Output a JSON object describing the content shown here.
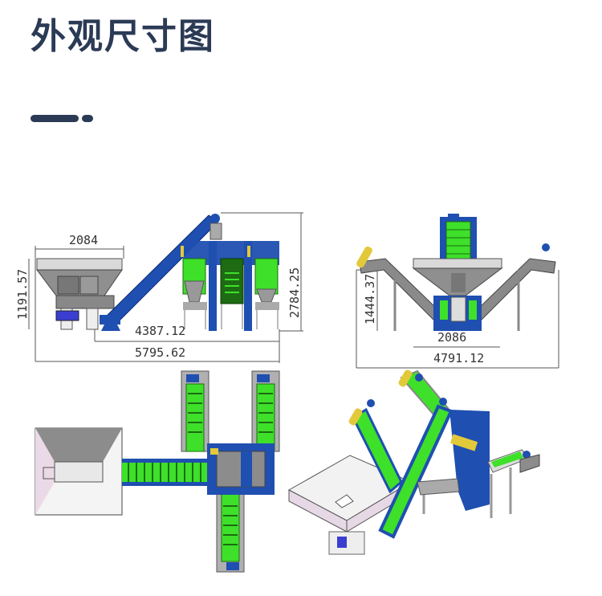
{
  "header": {
    "title": "外观尺寸图",
    "accent_color": "#2b3a55"
  },
  "views": {
    "side_view": {
      "dims": {
        "hopper_width": "2084",
        "hopper_height": "1191.57",
        "conveyor_length": "4387.12",
        "total_length": "5795.62",
        "total_height": "2784.25"
      }
    },
    "front_view": {
      "dims": {
        "height": "1444.37",
        "hopper_width": "2086",
        "total_width": "4791.12"
      }
    },
    "top_view": {
      "label": "top-view"
    },
    "iso_view": {
      "label": "isometric-view"
    }
  },
  "colors": {
    "frame_blue": "#1f4fb0",
    "belt_green": "#3ee02a",
    "belt_dark": "#1d6b12",
    "steel_gray": "#9a9a9a",
    "motor_yellow": "#e2c93a"
  }
}
